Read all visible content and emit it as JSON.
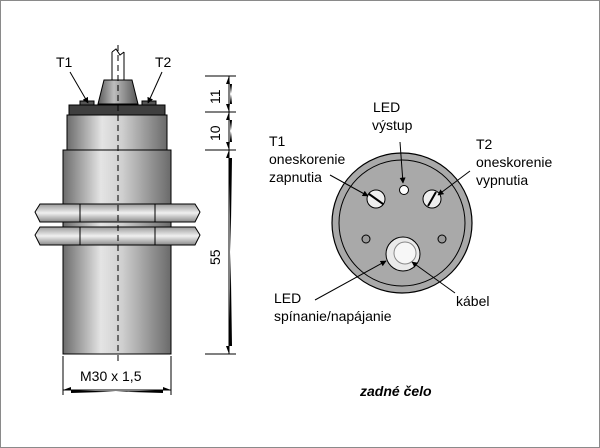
{
  "side_view": {
    "trimmer_left_label": "T1",
    "trimmer_right_label": "T2",
    "dim_top": "11",
    "dim_mid": "10",
    "dim_body": "55",
    "thread_label": "M30 x 1,5"
  },
  "back_view": {
    "led_output_line1": "LED",
    "led_output_line2": "výstup",
    "t1_line1": "T1",
    "t1_line2": "oneskorenie",
    "t1_line3": "zapnutia",
    "t2_line1": "T2",
    "t2_line2": "oneskorenie",
    "t2_line3": "vypnutia",
    "led_switch_line1": "LED",
    "led_switch_line2": "spínanie/napájanie",
    "cable_label": "kábel",
    "caption": "zadné čelo"
  },
  "colors": {
    "metal_dark": "#707070",
    "metal_light": "#d8d8d8",
    "face_gray": "#a9a9a9",
    "outline": "#000000"
  }
}
